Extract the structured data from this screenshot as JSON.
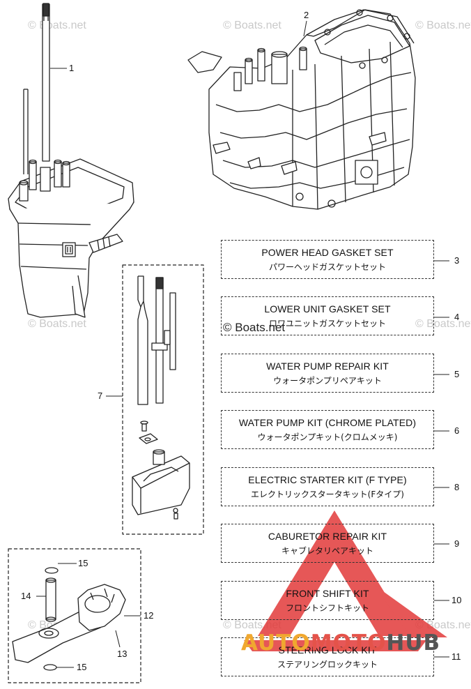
{
  "watermarks": {
    "text": "© Boats.net",
    "center_text": "© Boats.net"
  },
  "kits": [
    {
      "num": "3",
      "en": "POWER HEAD GASKET SET",
      "jp": "パワーヘッドガスケットセット"
    },
    {
      "num": "4",
      "en": "LOWER UNIT GASKET SET",
      "jp": "ロワユニットガスケットセット"
    },
    {
      "num": "5",
      "en": "WATER PUMP REPAIR KIT",
      "jp": "ウォータポンプリペアキット"
    },
    {
      "num": "6",
      "en": "WATER PUMP KIT (CHROME PLATED)",
      "jp": "ウォータポンプキット(クロムメッキ)"
    },
    {
      "num": "8",
      "en": "ELECTRIC STARTER KIT (F TYPE)",
      "jp": "エレクトリックスタータキット(Fタイプ)"
    },
    {
      "num": "9",
      "en": "CABURETOR REPAIR KIT",
      "jp": "キャブレタリペアキット"
    },
    {
      "num": "10",
      "en": "FRONT SHIFT KIT",
      "jp": "フロントシフトキット"
    },
    {
      "num": "11",
      "en": "STEERING LOCK KIT",
      "jp": "ステアリングロックキット"
    }
  ],
  "part_numbers": {
    "p1": "1",
    "p2": "2",
    "p7": "7",
    "p12": "12",
    "p13": "13",
    "p14": "14",
    "p15a": "15",
    "p15b": "15"
  },
  "brand": {
    "part1": "AUTO",
    "part2": "MOTO",
    "part3": "HUB",
    "colors": {
      "auto": "#f0a830",
      "moto": "#e4534a",
      "hub": "#555555",
      "triangle": "#e23a3a"
    }
  }
}
